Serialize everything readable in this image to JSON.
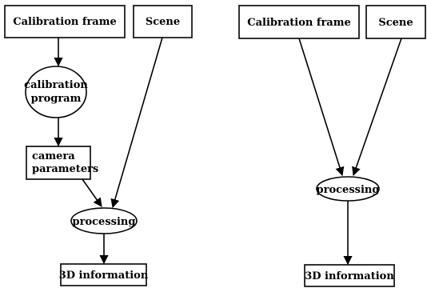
{
  "diagrams": {
    "left": {
      "calibration_frame": "Calibration frame",
      "scene": "Scene",
      "calibration_program_line1": "calibration",
      "calibration_program_line2": "program",
      "camera_parameters_line1": "camera",
      "camera_parameters_line2": "parameters",
      "processing": "processing",
      "info_3d": "3D information"
    },
    "right": {
      "calibration_frame": "Calibration frame",
      "scene": "Scene",
      "processing": "processing",
      "info_3d": "3D information"
    }
  }
}
